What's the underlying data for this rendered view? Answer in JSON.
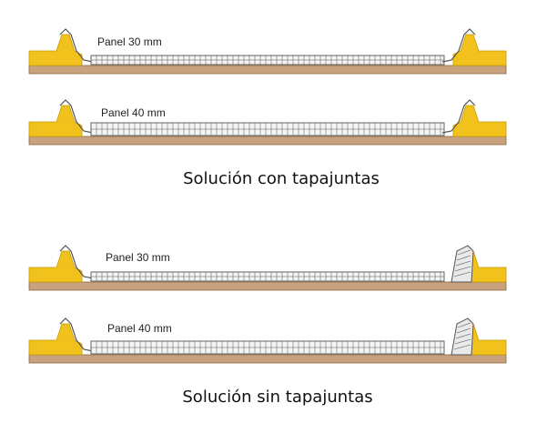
{
  "sections": [
    {
      "caption": "Solución con tapajuntas",
      "variant": "con-tapajuntas",
      "panels": [
        {
          "label": "Panel 30 mm",
          "thickness_mm": 30
        },
        {
          "label": "Panel 40 mm",
          "thickness_mm": 40
        }
      ]
    },
    {
      "caption": "Solución sin tapajuntas",
      "variant": "sin-tapajuntas",
      "panels": [
        {
          "label": "Panel 30 mm",
          "thickness_mm": 30
        },
        {
          "label": "Panel 40 mm",
          "thickness_mm": 40
        }
      ]
    }
  ],
  "colors": {
    "insulation": "#f1c21b",
    "insulation_edge": "#c99a00",
    "substrate": "#c7a27c",
    "substrate_edge": "#8a6a47",
    "panel_line": "#555555",
    "panel_fill": "#f4f4f4",
    "flashing": "#e9e9e9"
  }
}
